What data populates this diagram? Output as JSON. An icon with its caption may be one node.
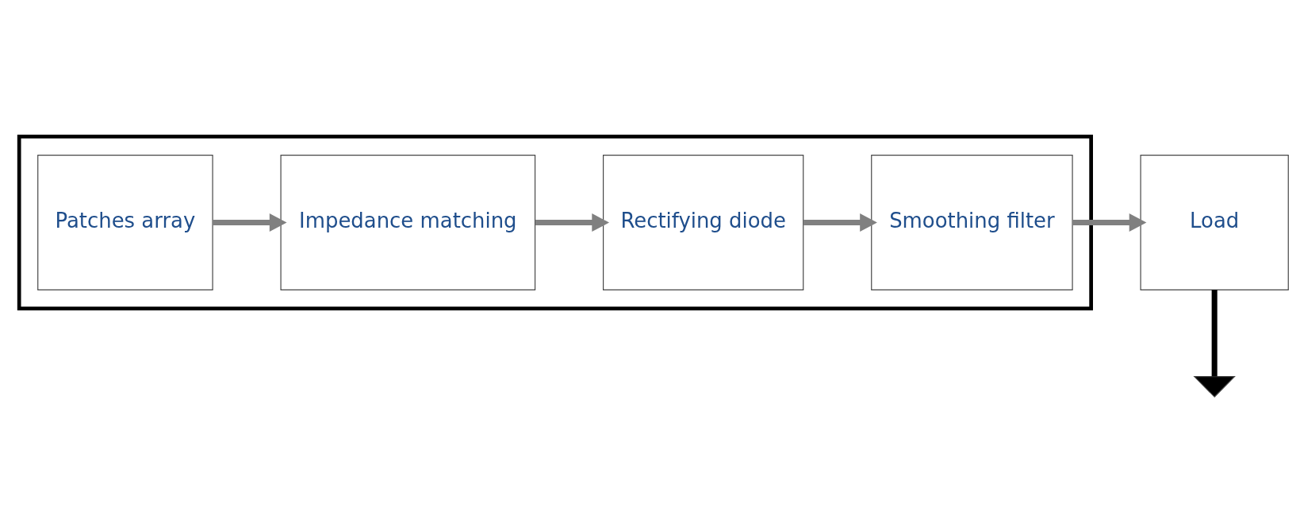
{
  "diagram": {
    "nodes": [
      {
        "text": [],
        "shape": "box"
      },
      {
        "text": [
          "Patches array"
        ],
        "in": 0
      },
      {
        "text": [
          "Impedance matching"
        ],
        "in": 0
      },
      {
        "text": [
          "Rectifying diode"
        ],
        "in": 0
      },
      {
        "text": [
          "Smoothing filter"
        ],
        "in": 0
      },
      {
        "text": [
          "Load"
        ]
      },
      {
        "text": [],
        "shape": "ground"
      }
    ],
    "edges": [
      {
        "from": 1,
        "to": 2,
        "arrow": "to"
      },
      {
        "from": 2,
        "to": 3,
        "arrow": "to"
      },
      {
        "from": 3,
        "to": 4,
        "arrow": "to"
      },
      {
        "from": 4,
        "to": 5,
        "arrow": "to"
      },
      {
        "from": 5,
        "to": 6,
        "arrow": "none",
        "color": "#000000"
      }
    ]
  }
}
